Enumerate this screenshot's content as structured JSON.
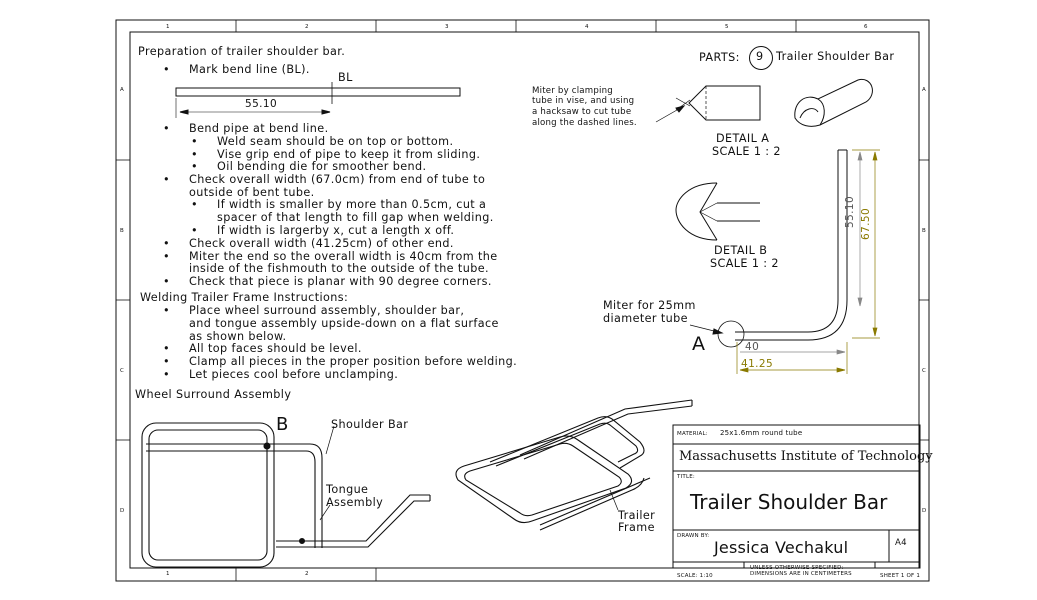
{
  "border": {
    "top_cols": [
      "1",
      "2",
      "3",
      "4",
      "5",
      "6"
    ],
    "bottom_cols": [
      "1",
      "2"
    ],
    "left_rows": [
      "A",
      "B",
      "C",
      "D"
    ],
    "right_rows": [
      "A",
      "B",
      "C",
      "D"
    ]
  },
  "notes": {
    "title": "Preparation of trailer shoulder bar.",
    "lines": [
      {
        "bullet": "•",
        "text": "Mark bend line (BL).",
        "indent": 0
      },
      {
        "bullet": "•",
        "text": "Bend pipe at bend line.",
        "indent": 0
      },
      {
        "bullet": "•",
        "text": "Weld seam should be on top or bottom.",
        "indent": 1
      },
      {
        "bullet": "•",
        "text": "Vise grip end of pipe to keep it from sliding.",
        "indent": 1
      },
      {
        "bullet": "•",
        "text": "Oil bending die for smoother bend.",
        "indent": 1
      },
      {
        "bullet": "•",
        "text": "Check overall width (67.0cm) from end of tube to",
        "indent": 0
      },
      {
        "bullet": "",
        "text": "outside of bent tube.",
        "indent": 0
      },
      {
        "bullet": "•",
        "text": "If width is smaller by more than 0.5cm, cut a",
        "indent": 1
      },
      {
        "bullet": "",
        "text": "spacer of that length to fill gap when welding.",
        "indent": 1
      },
      {
        "bullet": "•",
        "text": "If width is largerby x, cut a length x off.",
        "indent": 1
      },
      {
        "bullet": "•",
        "text": "Check overall width (41.25cm) of other end.",
        "indent": 0
      },
      {
        "bullet": "•",
        "text": "Miter the end so the overall width is 40cm from the",
        "indent": 0
      },
      {
        "bullet": "",
        "text": "inside of the fishmouth to the outside of the tube.",
        "indent": 0
      },
      {
        "bullet": "•",
        "text": "Check that piece is planar with 90 degree corners.",
        "indent": 0
      }
    ],
    "welding_title": "Welding Trailer Frame Instructions:",
    "welding_lines": [
      {
        "bullet": "•",
        "text": "Place wheel surround assembly, shoulder bar,"
      },
      {
        "bullet": "",
        "text": "and tongue assembly upside-down on a flat surface"
      },
      {
        "bullet": "",
        "text": "as shown below."
      },
      {
        "bullet": "•",
        "text": "All top faces should be level."
      },
      {
        "bullet": "•",
        "text": "Clamp all pieces in the proper position before welding."
      },
      {
        "bullet": "•",
        "text": "Let pieces cool before unclamping."
      }
    ],
    "wheel_title": "Wheel Surround Assembly"
  },
  "drawing": {
    "bl_label": "BL",
    "dim_55": "55.10",
    "parts_label": "PARTS:",
    "part_number": "9",
    "part_name": "Trailer Shoulder Bar",
    "miter_note": [
      "Miter by clamping",
      "tube in vise, and using",
      "a hacksaw to cut tube",
      "along the dashed lines."
    ],
    "detail_a": [
      "DETAIL A",
      "SCALE 1 : 2"
    ],
    "detail_b": [
      "DETAIL B",
      "SCALE 1 : 2"
    ],
    "dim_vertical_1": "55.10",
    "dim_vertical_2": "67.50",
    "dim_40": "40",
    "dim_4125": "41.25",
    "miter_25": [
      "Miter for 25mm",
      "diameter tube"
    ],
    "label_a": "A",
    "label_b": "B",
    "shoulder_bar": "Shoulder Bar",
    "tongue": [
      "Tongue",
      "Assembly"
    ],
    "trailer_frame": [
      "Trailer",
      "Frame"
    ]
  },
  "title_block": {
    "material_label": "MATERIAL:",
    "material": "25x1.6mm round tube",
    "institution": "Massachusetts Institute of Technology",
    "title_label": "TITLE:",
    "title": "Trailer Shoulder Bar",
    "drawn_label": "DRAWN BY:",
    "drawn_by": "Jessica Vechakul",
    "size": "A4",
    "scale": "SCALE: 1:10",
    "notes": [
      "UNLESS OTHERWISE SPECIFIED:",
      "DIMENSIONS ARE IN CENTIMETERS"
    ],
    "sheet": "SHEET 1 OF 1"
  },
  "colors": {
    "line": "#111111",
    "dimension": "#8a7a00"
  }
}
